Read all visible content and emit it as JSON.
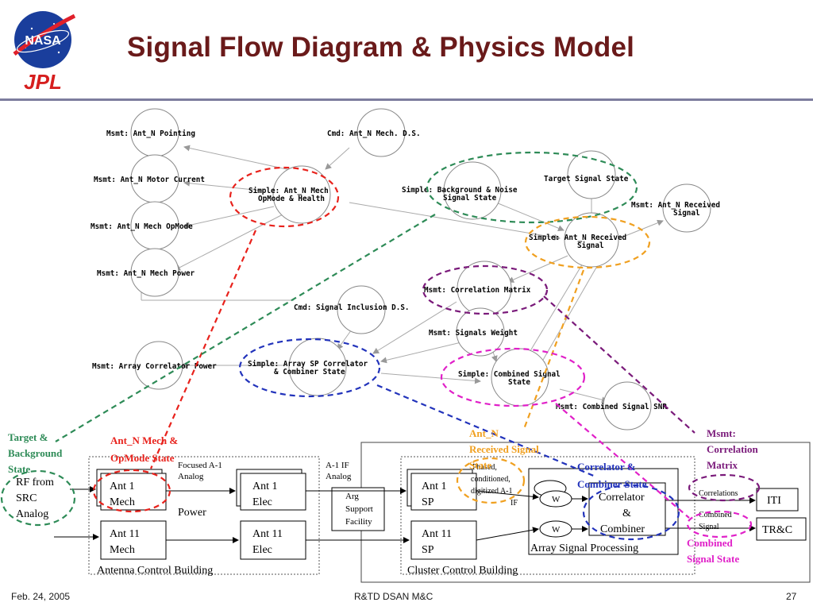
{
  "header": {
    "title": "Signal Flow Diagram & Physics Model",
    "logo_top": "NASA",
    "logo_bottom": "JPL"
  },
  "nodes": {
    "msmt_pointing": "Msmt: Ant_N Pointing",
    "cmd_mech_ds": "Cmd: Ant_N Mech. D.S.",
    "msmt_motor": "Msmt: Ant_N Motor Current",
    "simple_mech_1": "Simple: Ant_N Mech",
    "simple_mech_2": "OpMode & Health",
    "simple_bg_1": "Simple: Background & Noise",
    "simple_bg_2": "Signal State",
    "target_state": "Target Signal State",
    "msmt_opmode": "Msmt: Ant_N Mech OpMode",
    "msmt_recv_1": "Msmt: Ant_N Received",
    "msmt_recv_2": "Signal",
    "simple_recv_1": "Simple: Ant_N Received",
    "simple_recv_2": "Signal",
    "msmt_power": "Msmt: Ant_N Mech Power",
    "msmt_corr_matrix": "Msmt: Correlation Matrix",
    "cmd_inclusion": "Cmd: Signal Inclusion D.S.",
    "msmt_weight": "Msmt: Signals Weight",
    "msmt_array_power": "Msmt: Array Correlator Power",
    "simple_array_1": "Simple: Array SP Correlator",
    "simple_array_2": "& Combiner State",
    "simple_comb_1": "Simple: Combined Signal",
    "simple_comb_2": "State",
    "msmt_snr": "Msmt: Combined Signal SNR"
  },
  "annotations": {
    "target_bg_1": "Target &",
    "target_bg_2": "Background",
    "target_bg_3": "State",
    "mech_1": "Ant_N Mech &",
    "mech_2": "OpMode State",
    "recv_1": "Ant_N",
    "recv_2": "Received Signal",
    "recv_3": "State",
    "corr_1": "Correlator &",
    "corr_2": "Combiner State",
    "msmt_corr_1": "Msmt:",
    "msmt_corr_2": "Correlation",
    "msmt_corr_3": "Matrix",
    "comb_1": "Combined",
    "comb_2": "Signal State"
  },
  "blocks": {
    "rf_src_1": "RF from",
    "rf_src_2": "SRC",
    "rf_src_3": "Analog",
    "focused_1": "Focused A-1",
    "focused_2": "Analog",
    "ant1_mech_1": "Ant 1",
    "ant1_mech_2": "Mech",
    "power": "Power",
    "ant11_mech_1": "Ant 11",
    "ant11_mech_2": "Mech",
    "ant1_elec_1": "Ant 1",
    "ant1_elec_2": "Elec",
    "ant11_elec_1": "Ant 11",
    "ant11_elec_2": "Elec",
    "antenna_building": "Antenna Control Building",
    "a1if_1": "A-1 IF",
    "a1if_2": "Analog",
    "arg_1": "Arg",
    "arg_2": "Support",
    "arg_3": "Facility",
    "ant1_sp_1": "Ant 1",
    "ant1_sp_2": "SP",
    "ant11_sp_1": "Ant 11",
    "ant11_sp_2": "SP",
    "cluster_building": "Cluster Control Building",
    "phased_1": "Phased,",
    "phased_2": "conditioned,",
    "phased_3": "digitized A-1",
    "phased_4": "IF",
    "w_top": "W",
    "w_bottom": "W",
    "correlator_1": "Correlator",
    "correlator_2": "&",
    "correlator_3": "Combiner",
    "array_sp": "Array Signal Processing",
    "correlations": "Correlations",
    "combined_1": "Combined",
    "combined_2": "Signal",
    "iti": "ITI",
    "trc": "TR&C"
  },
  "footer": {
    "date": "Feb. 24, 2005",
    "center": "R&TD DSAN M&C",
    "page": "27"
  },
  "colors": {
    "title": "#6a1a1a",
    "red": "#e8221c",
    "green": "#2e8b57",
    "orange": "#f0a020",
    "purple": "#7a1a7a",
    "blue": "#2233bb",
    "magenta": "#e020c8"
  }
}
